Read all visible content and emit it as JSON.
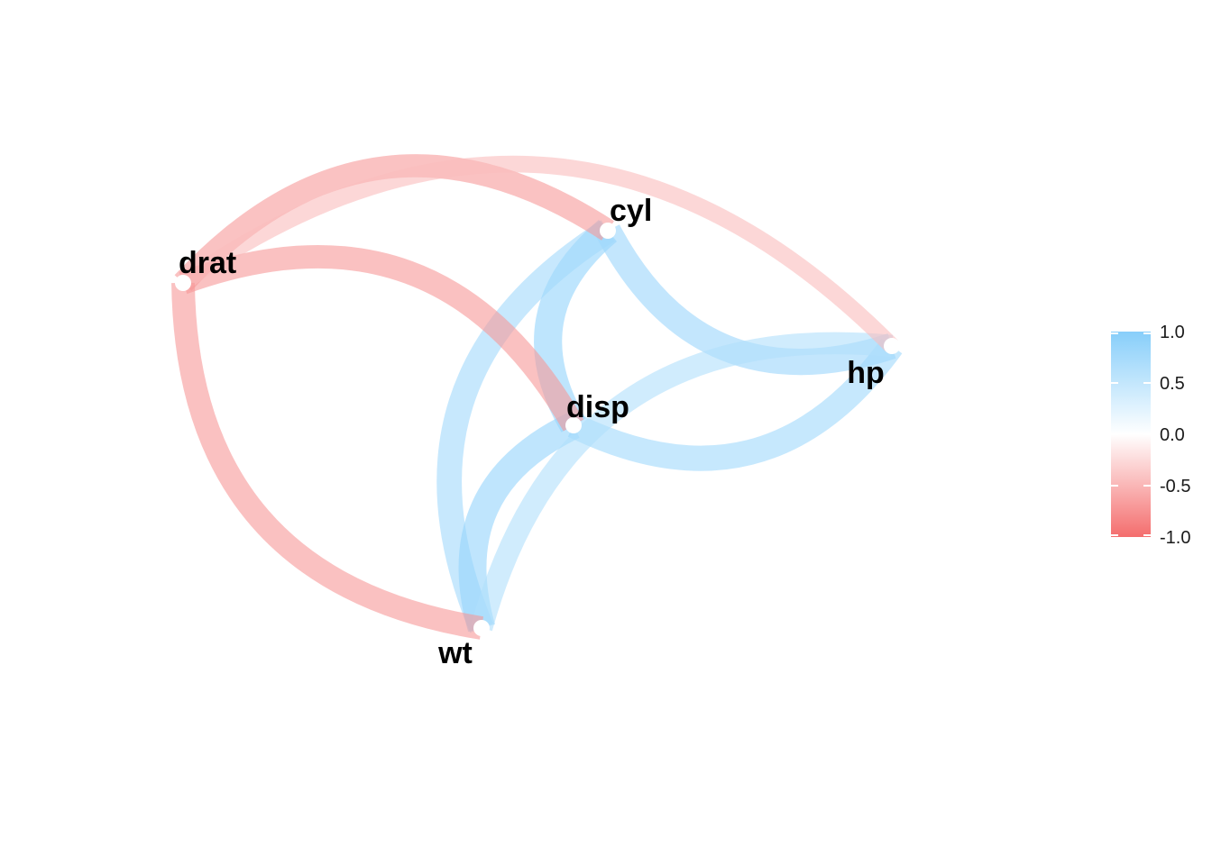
{
  "chart_data": {
    "type": "network",
    "nodes": [
      {
        "id": "drat",
        "label": "drat"
      },
      {
        "id": "cyl",
        "label": "cyl"
      },
      {
        "id": "hp",
        "label": "hp"
      },
      {
        "id": "disp",
        "label": "disp"
      },
      {
        "id": "wt",
        "label": "wt"
      }
    ],
    "edges": [
      {
        "source": "cyl",
        "target": "disp",
        "r": 0.9
      },
      {
        "source": "cyl",
        "target": "hp",
        "r": 0.83
      },
      {
        "source": "cyl",
        "target": "wt",
        "r": 0.78
      },
      {
        "source": "cyl",
        "target": "drat",
        "r": -0.7
      },
      {
        "source": "disp",
        "target": "hp",
        "r": 0.79
      },
      {
        "source": "disp",
        "target": "wt",
        "r": 0.89
      },
      {
        "source": "disp",
        "target": "drat",
        "r": -0.71
      },
      {
        "source": "hp",
        "target": "wt",
        "r": 0.66
      },
      {
        "source": "hp",
        "target": "drat",
        "r": -0.45
      },
      {
        "source": "drat",
        "target": "wt",
        "r": -0.71
      }
    ],
    "legend": {
      "position": "right",
      "range": [
        -1.0,
        1.0
      ],
      "ticks": [
        "1.0",
        "0.5",
        "0.0",
        "-0.5",
        "-1.0"
      ],
      "colors": {
        "negative": "#f46d6d",
        "zero": "#ffffff",
        "positive": "#87cefa"
      }
    }
  }
}
